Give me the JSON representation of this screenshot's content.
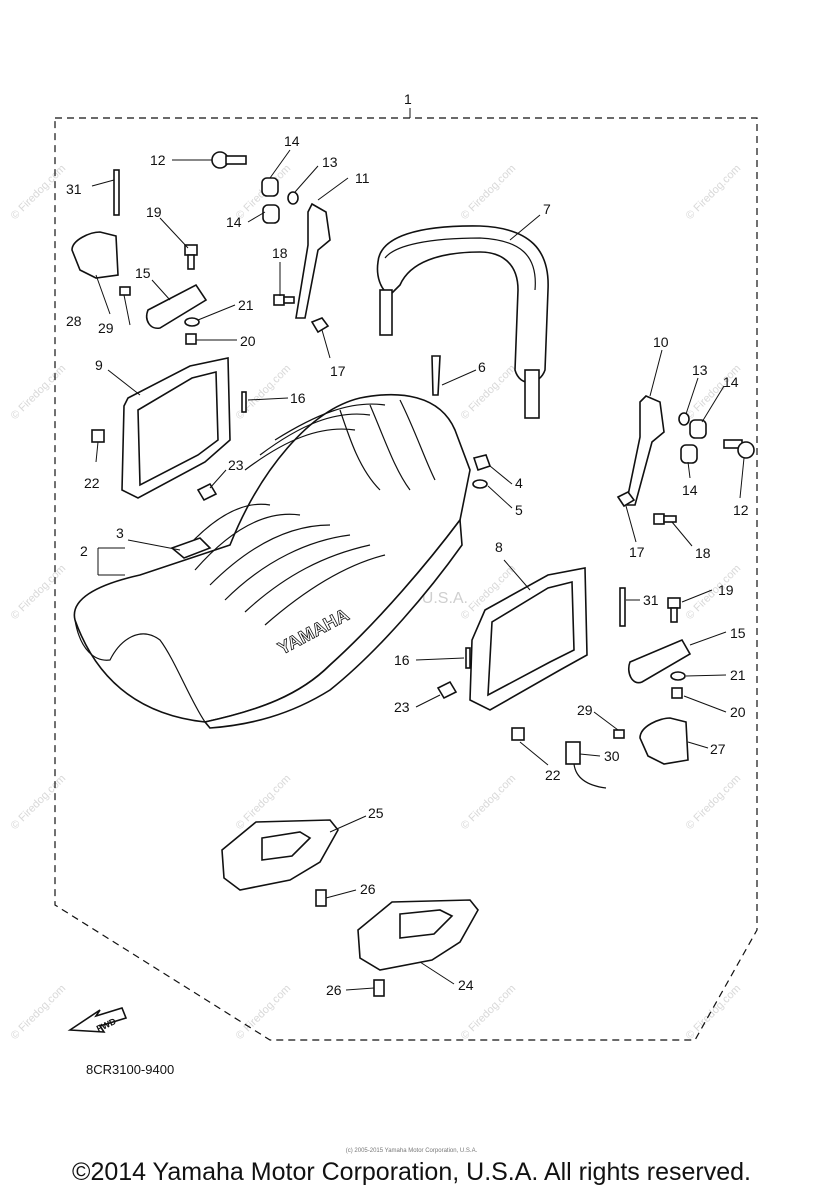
{
  "assembly_number": "1",
  "diagram_code": "8CR3100-9400",
  "fwd_label": "FWD",
  "seat_brand": "YAMAHA",
  "watermark_text": "© Firedog.com",
  "center_watermark": "Yamaha Motor Corp. U.S.A.",
  "tiny_credit": "(c) 2005-2015 Yamaha Motor Corporation, U.S.A.",
  "copyright": "©2014 Yamaha Motor Corporation, U.S.A. All rights reserved.",
  "callouts": {
    "c2": "2",
    "c3": "3",
    "c4": "4",
    "c5": "5",
    "c6": "6",
    "c7": "7",
    "c8": "8",
    "c9": "9",
    "c10": "10",
    "c11": "11",
    "c12a": "12",
    "c12b": "12",
    "c13a": "13",
    "c13b": "13",
    "c14a": "14",
    "c14b": "14",
    "c14c": "14",
    "c14d": "14",
    "c15a": "15",
    "c15b": "15",
    "c16a": "16",
    "c16b": "16",
    "c17a": "17",
    "c17b": "17",
    "c18a": "18",
    "c18b": "18",
    "c19a": "19",
    "c19b": "19",
    "c20a": "20",
    "c20b": "20",
    "c21a": "21",
    "c21b": "21",
    "c22a": "22",
    "c22b": "22",
    "c23a": "23",
    "c23b": "23",
    "c24": "24",
    "c25": "25",
    "c26a": "26",
    "c26b": "26",
    "c27": "27",
    "c28": "28",
    "c29a": "29",
    "c29b": "29",
    "c30": "30",
    "c31a": "31",
    "c31b": "31"
  }
}
